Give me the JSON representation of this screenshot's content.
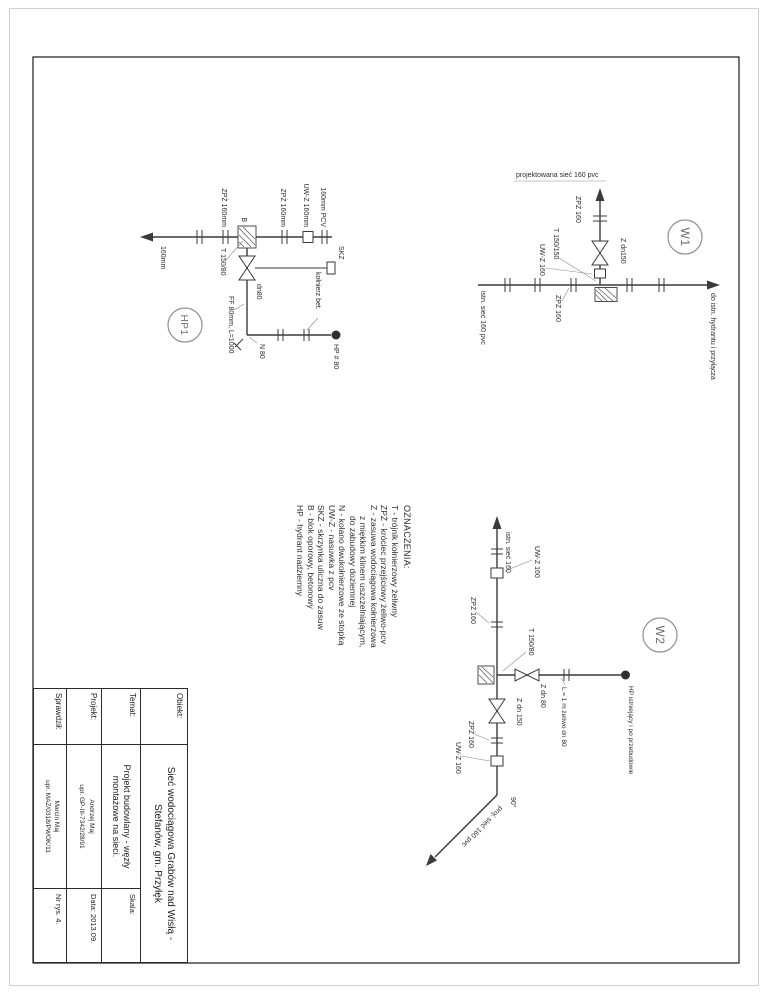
{
  "colors": {
    "ink": "#3a3a3a",
    "frame": "#2b2b2b",
    "paper": "#ffffff"
  },
  "nodes": {
    "w1": "W1",
    "w2": "W2",
    "hp1": "HP1"
  },
  "w1": {
    "proj_line": "projektowana sieć 160 pvc",
    "istn_line": "istn. sieć 160 pvc",
    "to_hydrant": "do istn. hydrantu i przyłącza",
    "zpz_a": "ZPŻ 160",
    "valve": "Z dn150",
    "tee": "T 150/150",
    "uwz": "UW-Z 160",
    "zpz_b": "ZPŻ 160"
  },
  "w2": {
    "istn_line": "istn. sieć 160",
    "uwz_a": "UW-Z 160",
    "zpz_a": "ZPŻ 160",
    "tee": "T 150/80",
    "valve_80": "Z dn 80",
    "cast_iron": "L = 1 m żeliwo dn 80",
    "hydrant": "HP istniejący i po przebudowie",
    "valve_150": "Z dn 150",
    "zpz_b": "ZPŻ 160",
    "uwz_b": "UW-Z 160",
    "angle": "90°",
    "proj_line": "proj. sieć 160 pvc"
  },
  "hp1": {
    "dia": "160mm",
    "pcv": "160mm PCV",
    "uwz": "UW-Z 160mm",
    "zpz_a": "ZPŻ 160mm",
    "block": "B",
    "zpz_b": "ZPŻ 160mm",
    "skz": "SKZ",
    "tee": "T 150/80",
    "dn80": "dn80",
    "ff": "FF 80mm, L=1000",
    "n80": "N 80",
    "collar": "kołnierz bet.",
    "hp80": "HP # 80"
  },
  "legend": {
    "title": "OZNACZENIA:",
    "items": [
      "T - trójnik kołnierzowy żeliwny",
      "ZPŻ - króciec przejściowy żeliwo-pcv",
      "Z - zasuwa wodociągowa kołnierzowa",
      "z miękkim klinem uszczelniającym,",
      "do zabudowy doziemnej",
      "N - kolano dwukołnierzowe ze stopką",
      "UW-Z - nasuwka z pcv",
      "SKZ - skrzynka uliczna do zasuw",
      "B - blok oporowy, betonowy",
      "HP - hydrant nadziemny"
    ]
  },
  "title_block": {
    "obiekt_label": "Obiekt:",
    "obiekt_value": "Sieć wodociągowa Grabów nad Wisłą - Stefanów, gm. Przyłęk",
    "temat_label": "Temat:",
    "temat_value": "Projekt budowlany - węzły montażowe na sieci.",
    "projekt_label": "Projekt:",
    "projekt_name": "Andrzej Maj",
    "projekt_upr": "upr. GP-III-7342/28/91",
    "sprawdzil_label": "Sprawdził:",
    "sprawdzil_name": "Marcin Maj",
    "sprawdzil_upr": "upr. MAZ/0318/PWOK/11",
    "data_label": "Data:",
    "data_value": "2013.09.",
    "skala_label": "Skala:",
    "nr_label": "Nr rys.",
    "nr_value": "4."
  }
}
